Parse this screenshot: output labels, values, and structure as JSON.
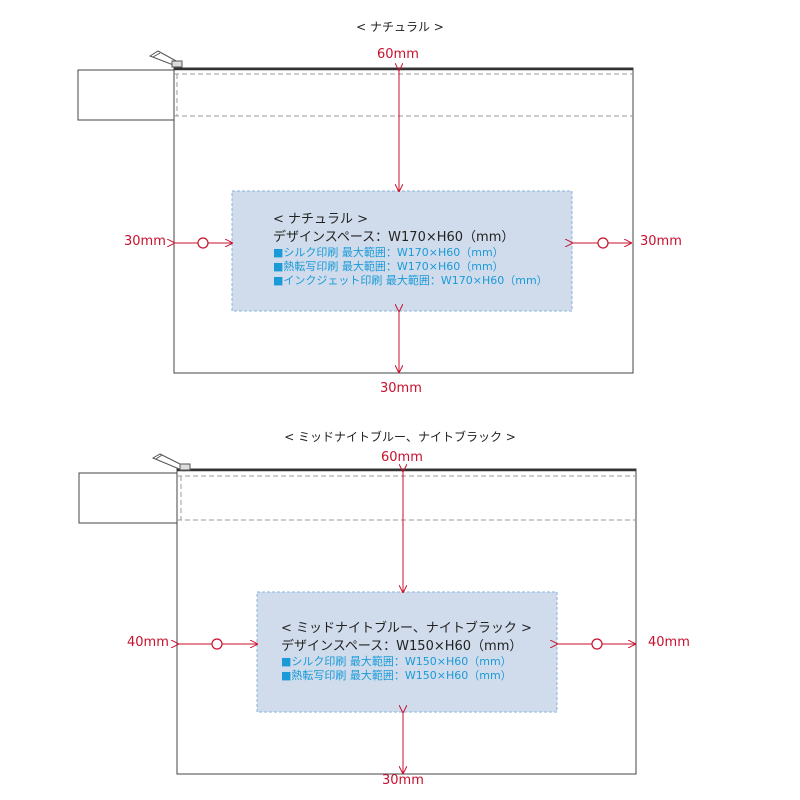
{
  "top": {
    "title": "< ナチュラル >",
    "dim_top": "60mm",
    "dim_left": "30mm",
    "dim_right": "30mm",
    "dim_bottom": "30mm",
    "box_title": "< ナチュラル >",
    "design_space": "デザインスペース：W170×H60（mm）",
    "methods": [
      "■シルク印刷 最大範囲：W170×H60（mm）",
      "■熱転写印刷 最大範囲：W170×H60（mm）",
      "■インクジェット印刷 最大範囲：W170×H60（mm）"
    ]
  },
  "bottom": {
    "title": "< ミッドナイトブルー、ナイトブラック >",
    "dim_top": "60mm",
    "dim_left": "40mm",
    "dim_right": "40mm",
    "dim_bottom": "30mm",
    "box_title": "< ミッドナイトブルー、ナイトブラック >",
    "design_space": "デザインスペース：W150×H60（mm）",
    "methods": [
      "■シルク印刷 最大範囲：W150×H60（mm）",
      "■熱転写印刷 最大範囲：W150×H60（mm）"
    ]
  },
  "colors": {
    "dimension": "#c8102e",
    "design_box_fill": "#d0dcec",
    "design_box_border": "#8ab4d8",
    "method_text": "#1a9ad7"
  }
}
